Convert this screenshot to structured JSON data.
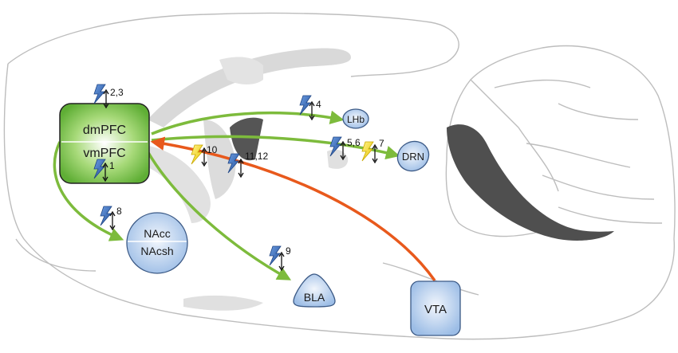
{
  "regions": {
    "pfc_top": "dmPFC",
    "pfc_bottom": "vmPFC",
    "lhb": "LHb",
    "drn": "DRN",
    "nacc_top": "NAcc",
    "nacc_bottom": "NAcsh",
    "bla": "BLA",
    "vta": "VTA"
  },
  "stim_labels": {
    "s23": "2,3",
    "s1": "1",
    "s4": "4",
    "s56": "5,6",
    "s7": "7",
    "s10": "10",
    "s1112": "11,12",
    "s8": "8",
    "s9": "9"
  },
  "colors": {
    "pfc_projection": "#7dbb3c",
    "vta_projection": "#e8591c",
    "region_fill": "#a9c6ea",
    "region_stroke": "#3c5a86",
    "pfc_fill": "#74c14a",
    "blue_bolt": "#3a70c0",
    "yellow_bolt": "#f4de1c",
    "brain_outline": "#bdbdbd",
    "ventricle_gray": "#d9d9d9",
    "dark_tissue": "#555555"
  },
  "icons": {
    "blue_bolt": "lightning-bolt-icon",
    "yellow_bolt": "lightning-bolt-icon",
    "updown": "up-down-arrow-icon"
  }
}
